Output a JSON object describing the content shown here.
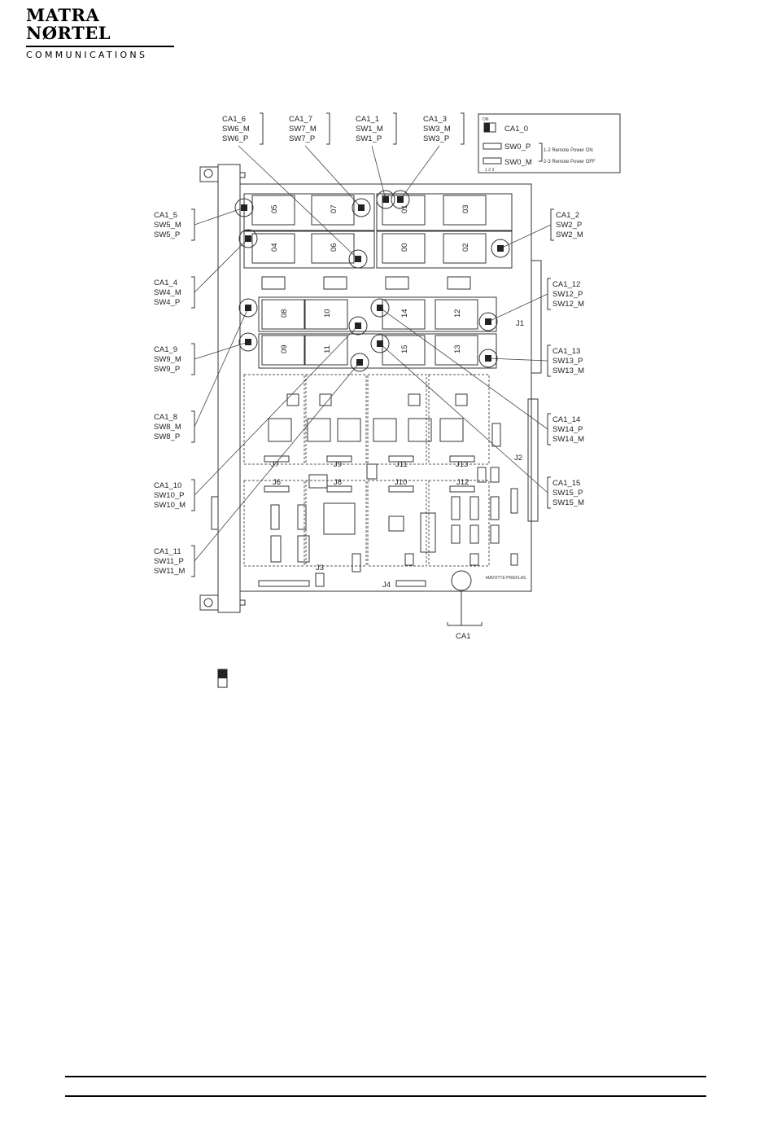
{
  "header": {
    "logo_top": "MATRA NØRTEL",
    "logo_bottom": "COMMUNICATIONS"
  },
  "diagram": {
    "legend": {
      "on": "ON",
      "ca1_0": "CA1_0",
      "sw0_p": "SW0_P",
      "sw0_m": "SW0_M",
      "pins": "1 2 3",
      "note1": "1-2 Remote Power ON",
      "note2": "2-3 Remote Power OFF"
    },
    "callouts": [
      {
        "id": "c6",
        "lines": [
          "CA1_6",
          "SW6_M",
          "SW6_P"
        ]
      },
      {
        "id": "c7",
        "lines": [
          "CA1_7",
          "SW7_M",
          "SW7_P"
        ]
      },
      {
        "id": "c1",
        "lines": [
          "CA1_1",
          "SW1_M",
          "SW1_P"
        ]
      },
      {
        "id": "c3",
        "lines": [
          "CA1_3",
          "SW3_M",
          "SW3_P"
        ]
      },
      {
        "id": "c5",
        "lines": [
          "CA1_5",
          "SW5_M",
          "SW5_P"
        ]
      },
      {
        "id": "c2",
        "lines": [
          "CA1_2",
          "SW2_P",
          "SW2_M"
        ]
      },
      {
        "id": "c4",
        "lines": [
          "CA1_4",
          "SW4_M",
          "SW4_P"
        ]
      },
      {
        "id": "c12",
        "lines": [
          "CA1_12",
          "SW12_P",
          "SW12_M"
        ]
      },
      {
        "id": "c9",
        "lines": [
          "CA1_9",
          "SW9_M",
          "SW9_P"
        ]
      },
      {
        "id": "c13",
        "lines": [
          "CA1_13",
          "SW13_P",
          "SW13_M"
        ]
      },
      {
        "id": "c8",
        "lines": [
          "CA1_8",
          "SW8_M",
          "SW8_P"
        ]
      },
      {
        "id": "c14",
        "lines": [
          "CA1_14",
          "SW14_P",
          "SW14_M"
        ]
      },
      {
        "id": "c10",
        "lines": [
          "CA1_10",
          "SW10_P",
          "SW10_M"
        ]
      },
      {
        "id": "c15",
        "lines": [
          "CA1_15",
          "SW15_P",
          "SW15_M"
        ]
      },
      {
        "id": "c11",
        "lines": [
          "CA1_11",
          "SW11_P",
          "SW11_M"
        ]
      }
    ],
    "ca1_bottom": "CA1",
    "modules_top": [
      "05",
      "07",
      "01",
      "03"
    ],
    "modules_row2": [
      "04",
      "06",
      "00",
      "02"
    ],
    "modules_row3": [
      "08",
      "10",
      "14",
      "12"
    ],
    "modules_row4": [
      "09",
      "11",
      "15",
      "13"
    ],
    "connectors": [
      "J6",
      "J8",
      "J10",
      "J12",
      "J3",
      "J4",
      "J1",
      "J2",
      "J7",
      "J9",
      "J11",
      "J13"
    ],
    "board_text": "MAVOTTE PRIEFLAS"
  }
}
